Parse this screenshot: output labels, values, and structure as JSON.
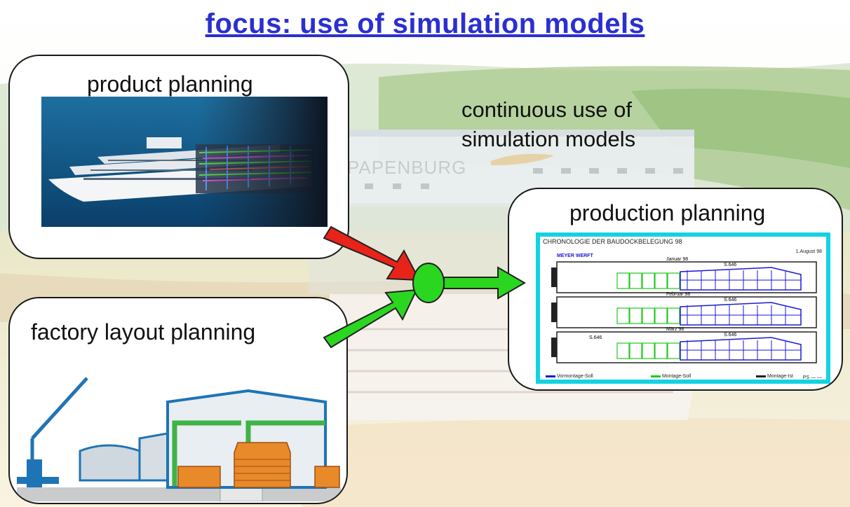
{
  "title": "focus: use of simulation models",
  "background": {
    "sign_text": "PAPENBURG"
  },
  "note": {
    "line1": "continuous use of",
    "line2": "simulation models"
  },
  "panels": {
    "product": {
      "label": "product planning"
    },
    "factory": {
      "label": "factory layout planning"
    },
    "production": {
      "label": "production planning"
    }
  },
  "schedule": {
    "heading": "CHRONOLOGIE DER BAUDOCKBELEGUNG 98",
    "logo": "MEYER WERFT",
    "rows": [
      {
        "month": "Januar 98",
        "ship": "S.646"
      },
      {
        "month": "Februar 98",
        "ship": "S.646"
      },
      {
        "month": "März 98",
        "ship": "S.646",
        "extra_ship": "S.646"
      }
    ],
    "corner_label": "1.August 98",
    "legend": [
      "Vormontage-Soll",
      "Montage-Soll",
      "Montage-Ist"
    ],
    "footer": "PS  — —"
  },
  "colors": {
    "title": "#2b2fd0",
    "arrow_red": "#e8231a",
    "arrow_green": "#2bd620",
    "frame_cyan": "#12d3e0",
    "schedule_blue": "#1a1ad6",
    "schedule_green": "#22c81f"
  }
}
